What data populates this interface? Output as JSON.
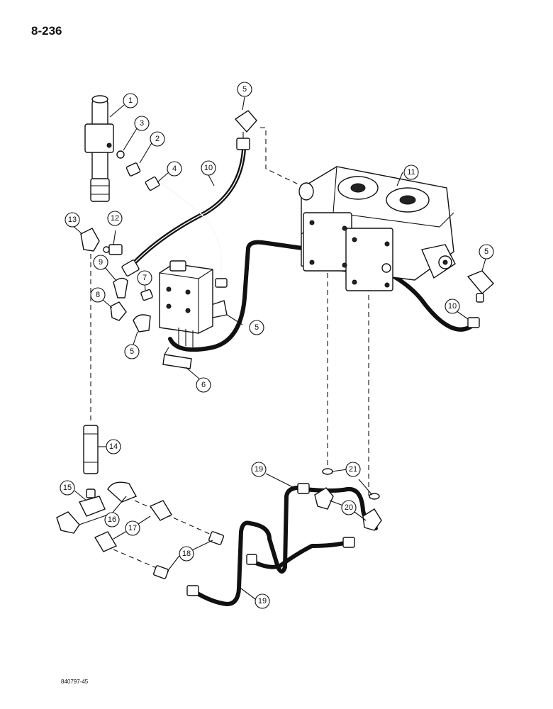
{
  "page_number": "8-236",
  "figure_id": "840797-45",
  "callouts": [
    {
      "label": "1"
    },
    {
      "label": "2"
    },
    {
      "label": "3"
    },
    {
      "label": "4"
    },
    {
      "label": "5"
    },
    {
      "label": "5"
    },
    {
      "label": "5"
    },
    {
      "label": "5"
    },
    {
      "label": "6"
    },
    {
      "label": "7"
    },
    {
      "label": "8"
    },
    {
      "label": "9"
    },
    {
      "label": "10"
    },
    {
      "label": "10"
    },
    {
      "label": "11"
    },
    {
      "label": "12"
    },
    {
      "label": "13"
    },
    {
      "label": "14"
    },
    {
      "label": "15"
    },
    {
      "label": "16"
    },
    {
      "label": "17"
    },
    {
      "label": "18"
    },
    {
      "label": "19"
    },
    {
      "label": "19"
    },
    {
      "label": "20"
    },
    {
      "label": "21"
    }
  ]
}
